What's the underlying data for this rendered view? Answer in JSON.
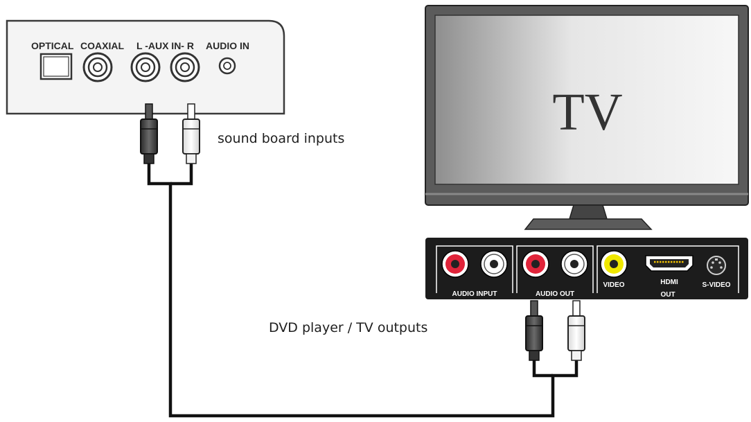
{
  "soundboard": {
    "ports": {
      "optical": "OPTICAL",
      "coaxial": "COAXIAL",
      "aux": "L -AUX IN- R",
      "audio_in": "AUDIO IN"
    },
    "caption": "sound board inputs"
  },
  "tv": {
    "label": "TV"
  },
  "player": {
    "ports": {
      "audio_input": "AUDIO INPUT",
      "audio_out": "AUDIO  OUT",
      "video": "VIDEO",
      "hdmi": "HDMI",
      "svideo": "S-VIDEO",
      "out": "OUT"
    },
    "caption": "DVD player / TV outputs"
  },
  "colors": {
    "red_jack": "#e0243a",
    "yellow_jack": "#f0e800",
    "white_jack": "#ffffff",
    "panel_dark": "#1c1c1c",
    "tv_bezel": "#5b5b5b"
  }
}
